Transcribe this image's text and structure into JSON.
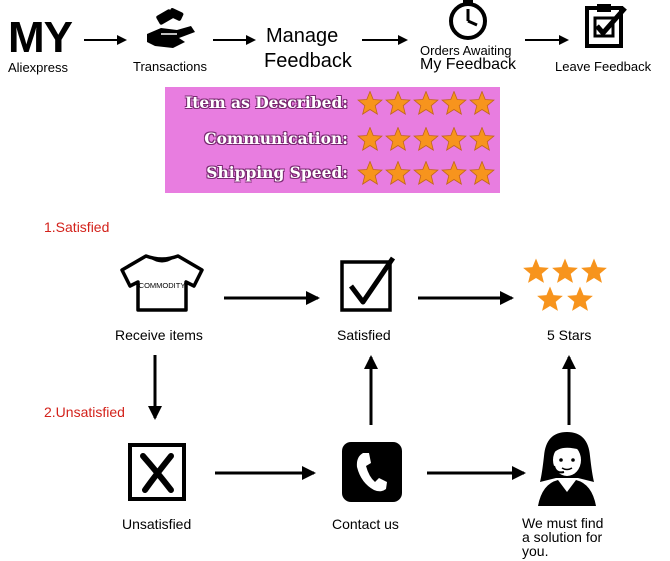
{
  "top_flow": {
    "my_logo": "MY",
    "my_sub": "Aliexpress",
    "step1": "Transactions",
    "step2_line1": "Manage",
    "step2_line2": "Feedback",
    "step3_line1": "Orders Awaiting",
    "step3_line2": "My Feedback",
    "step4": "Leave Feedback"
  },
  "ratings": {
    "rows": [
      {
        "label": "Item as Described:",
        "stars": 5
      },
      {
        "label": "Communication:",
        "stars": 5
      },
      {
        "label": "Shipping Speed:",
        "stars": 5
      }
    ],
    "star_color": "#f7941d",
    "panel_color": "#e87de0"
  },
  "flow": {
    "satisfied_title": "1.Satisfied",
    "unsatisfied_title": "2.Unsatisfied",
    "title_color": "#d3221b",
    "commodity_text": "COMMODITY",
    "receive_items": "Receive items",
    "satisfied": "Satisfied",
    "five_stars": "5 Stars",
    "unsatisfied": "Unsatisfied",
    "contact_us": "Contact us",
    "solution_line1": "We must find",
    "solution_line2": "a solution for",
    "solution_line3": "you."
  },
  "icons": [
    "hand-card-icon",
    "clock-icon",
    "clipboard-check-icon",
    "shirt-icon",
    "checkbox-icon",
    "stars-icon",
    "x-box-icon",
    "phone-icon",
    "support-agent-icon"
  ]
}
